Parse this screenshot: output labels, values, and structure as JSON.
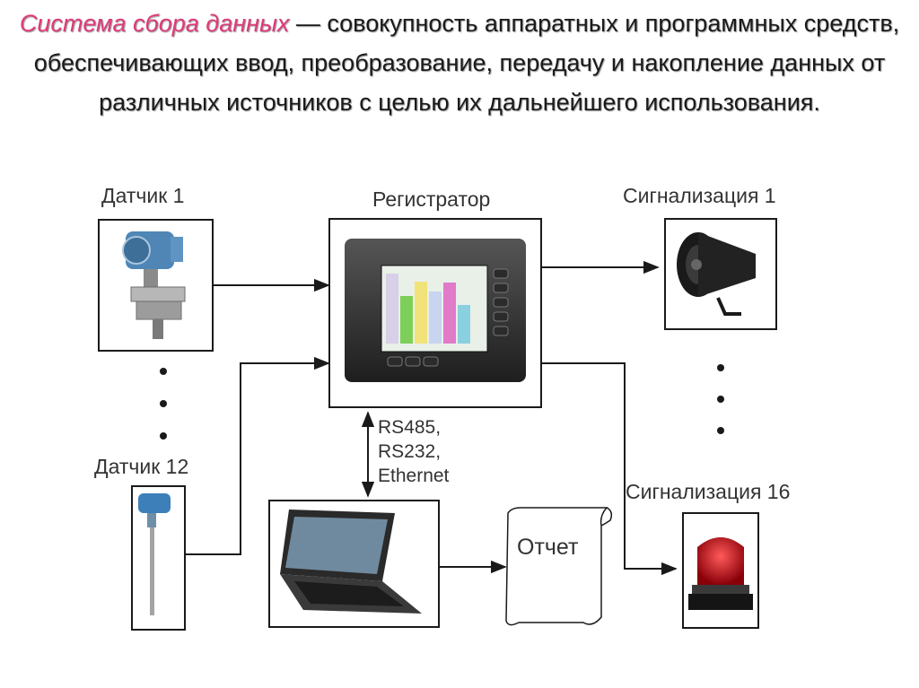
{
  "definition": {
    "term": "Система сбора данных",
    "text": "— совокупность аппаратных и программных средств, обеспечивающих ввод, преобразование, передачу и накопление данных от различных источников с целью их дальнейшего использования."
  },
  "labels": {
    "sensor_1": "Датчик 1",
    "sensor_12": "Датчик 12",
    "recorder": "Регистратор",
    "alarm_1": "Сигнализация 1",
    "alarm_16": "Сигнализация 16",
    "report": "Отчет"
  },
  "interfaces": [
    "RS485,",
    "RS232,",
    "Ethernet"
  ],
  "colors": {
    "term": "#e03a7a",
    "line": "#1a1a1a",
    "alarm_red": "#c0121b",
    "sensor_blue": "#4f86b6"
  }
}
